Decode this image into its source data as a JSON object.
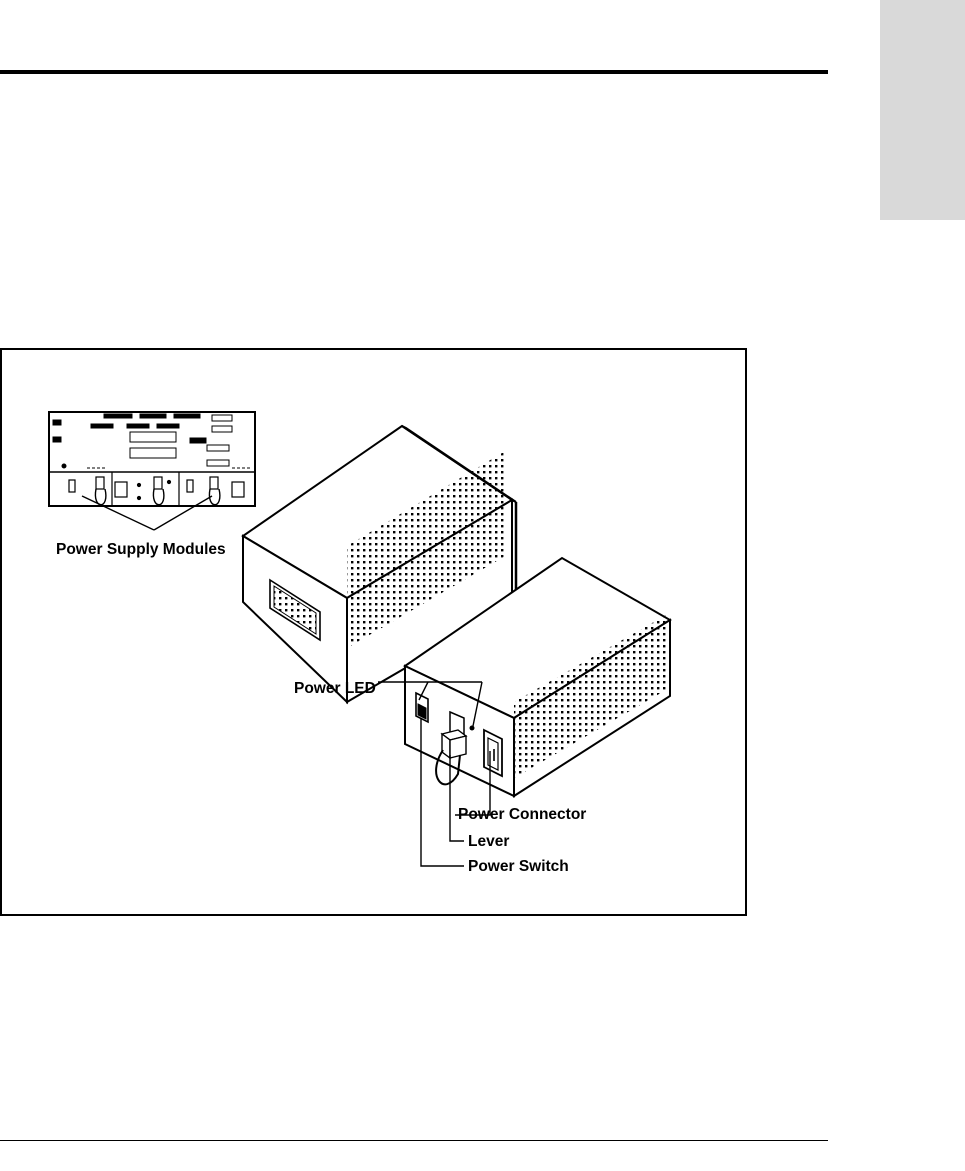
{
  "page": {
    "side_tab_color": "#d9d9d9"
  },
  "figure": {
    "callouts": {
      "power_supply_modules": "Power Supply Modules",
      "power_led": "Power LED",
      "power_connector": "Power Connector",
      "lever": "Lever",
      "power_switch": "Power Switch"
    }
  }
}
